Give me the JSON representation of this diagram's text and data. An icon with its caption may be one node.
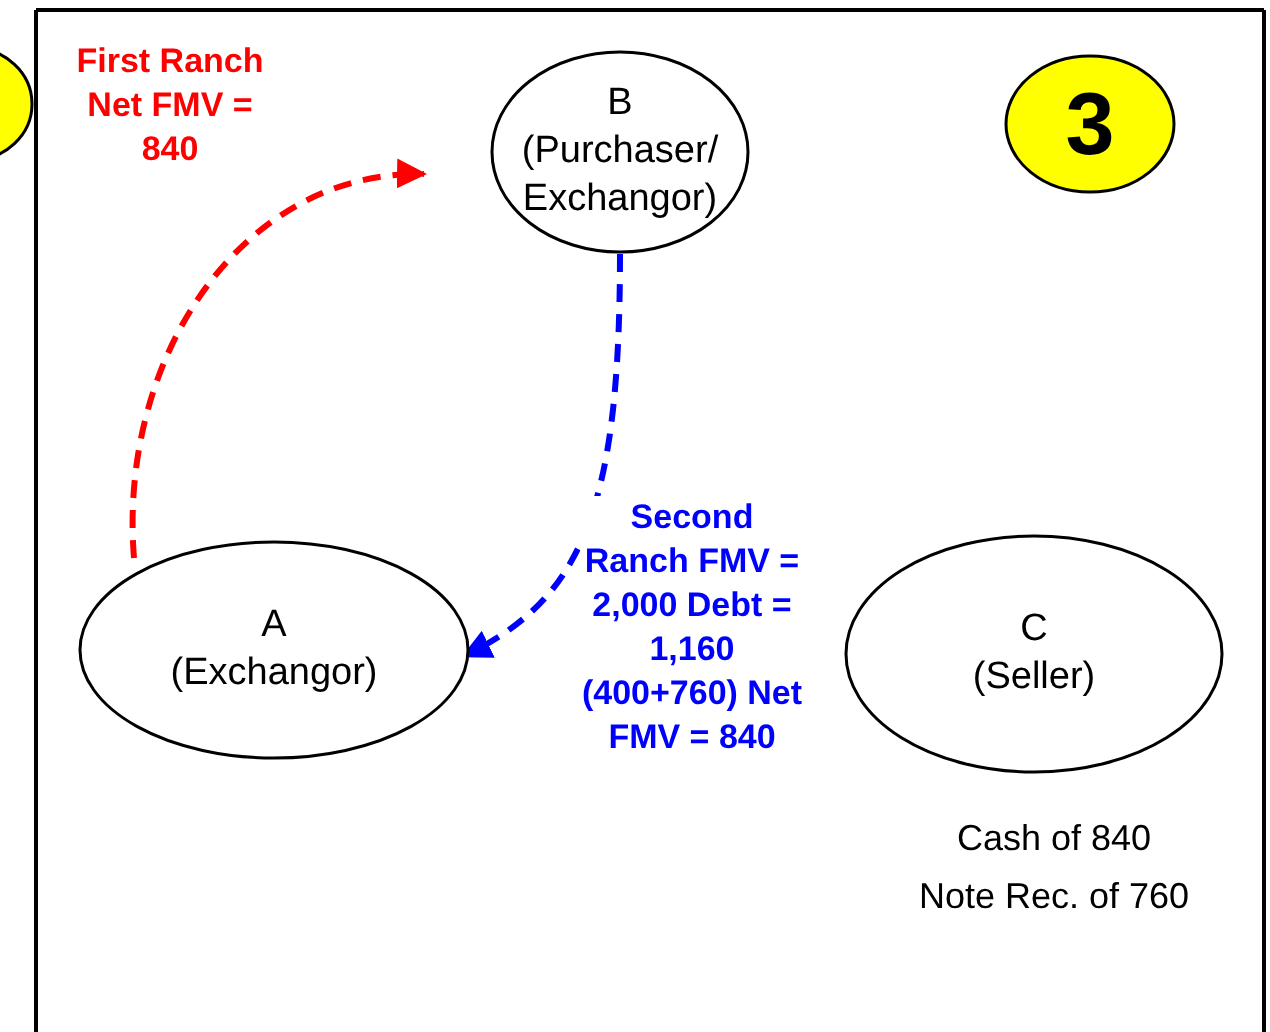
{
  "diagram": {
    "nodes": [
      {
        "text": [
          "B",
          "(Purchaser/ Exchangor)"
        ]
      },
      {
        "text": [
          "3"
        ]
      },
      {
        "text": [
          "A",
          "(Exchangor)"
        ]
      },
      {
        "text": [
          "C",
          "(Seller)"
        ],
        "beside": [
          "Cash of 840",
          "Note Rec. of 760"
        ]
      }
    ],
    "edges": [
      {
        "from": 2,
        "to": 0,
        "arrow": "to",
        "label": "First Ranch Net FMV = 840",
        "style": "dashed",
        "color": "#ff0000"
      },
      {
        "from": 0,
        "to": 2,
        "arrow": "to",
        "label": "Second Ranch FMV = 2,000 Debt = 1,160 (400+760) Net FMV = 840",
        "style": "dashed",
        "color": "#0000ff"
      }
    ]
  }
}
